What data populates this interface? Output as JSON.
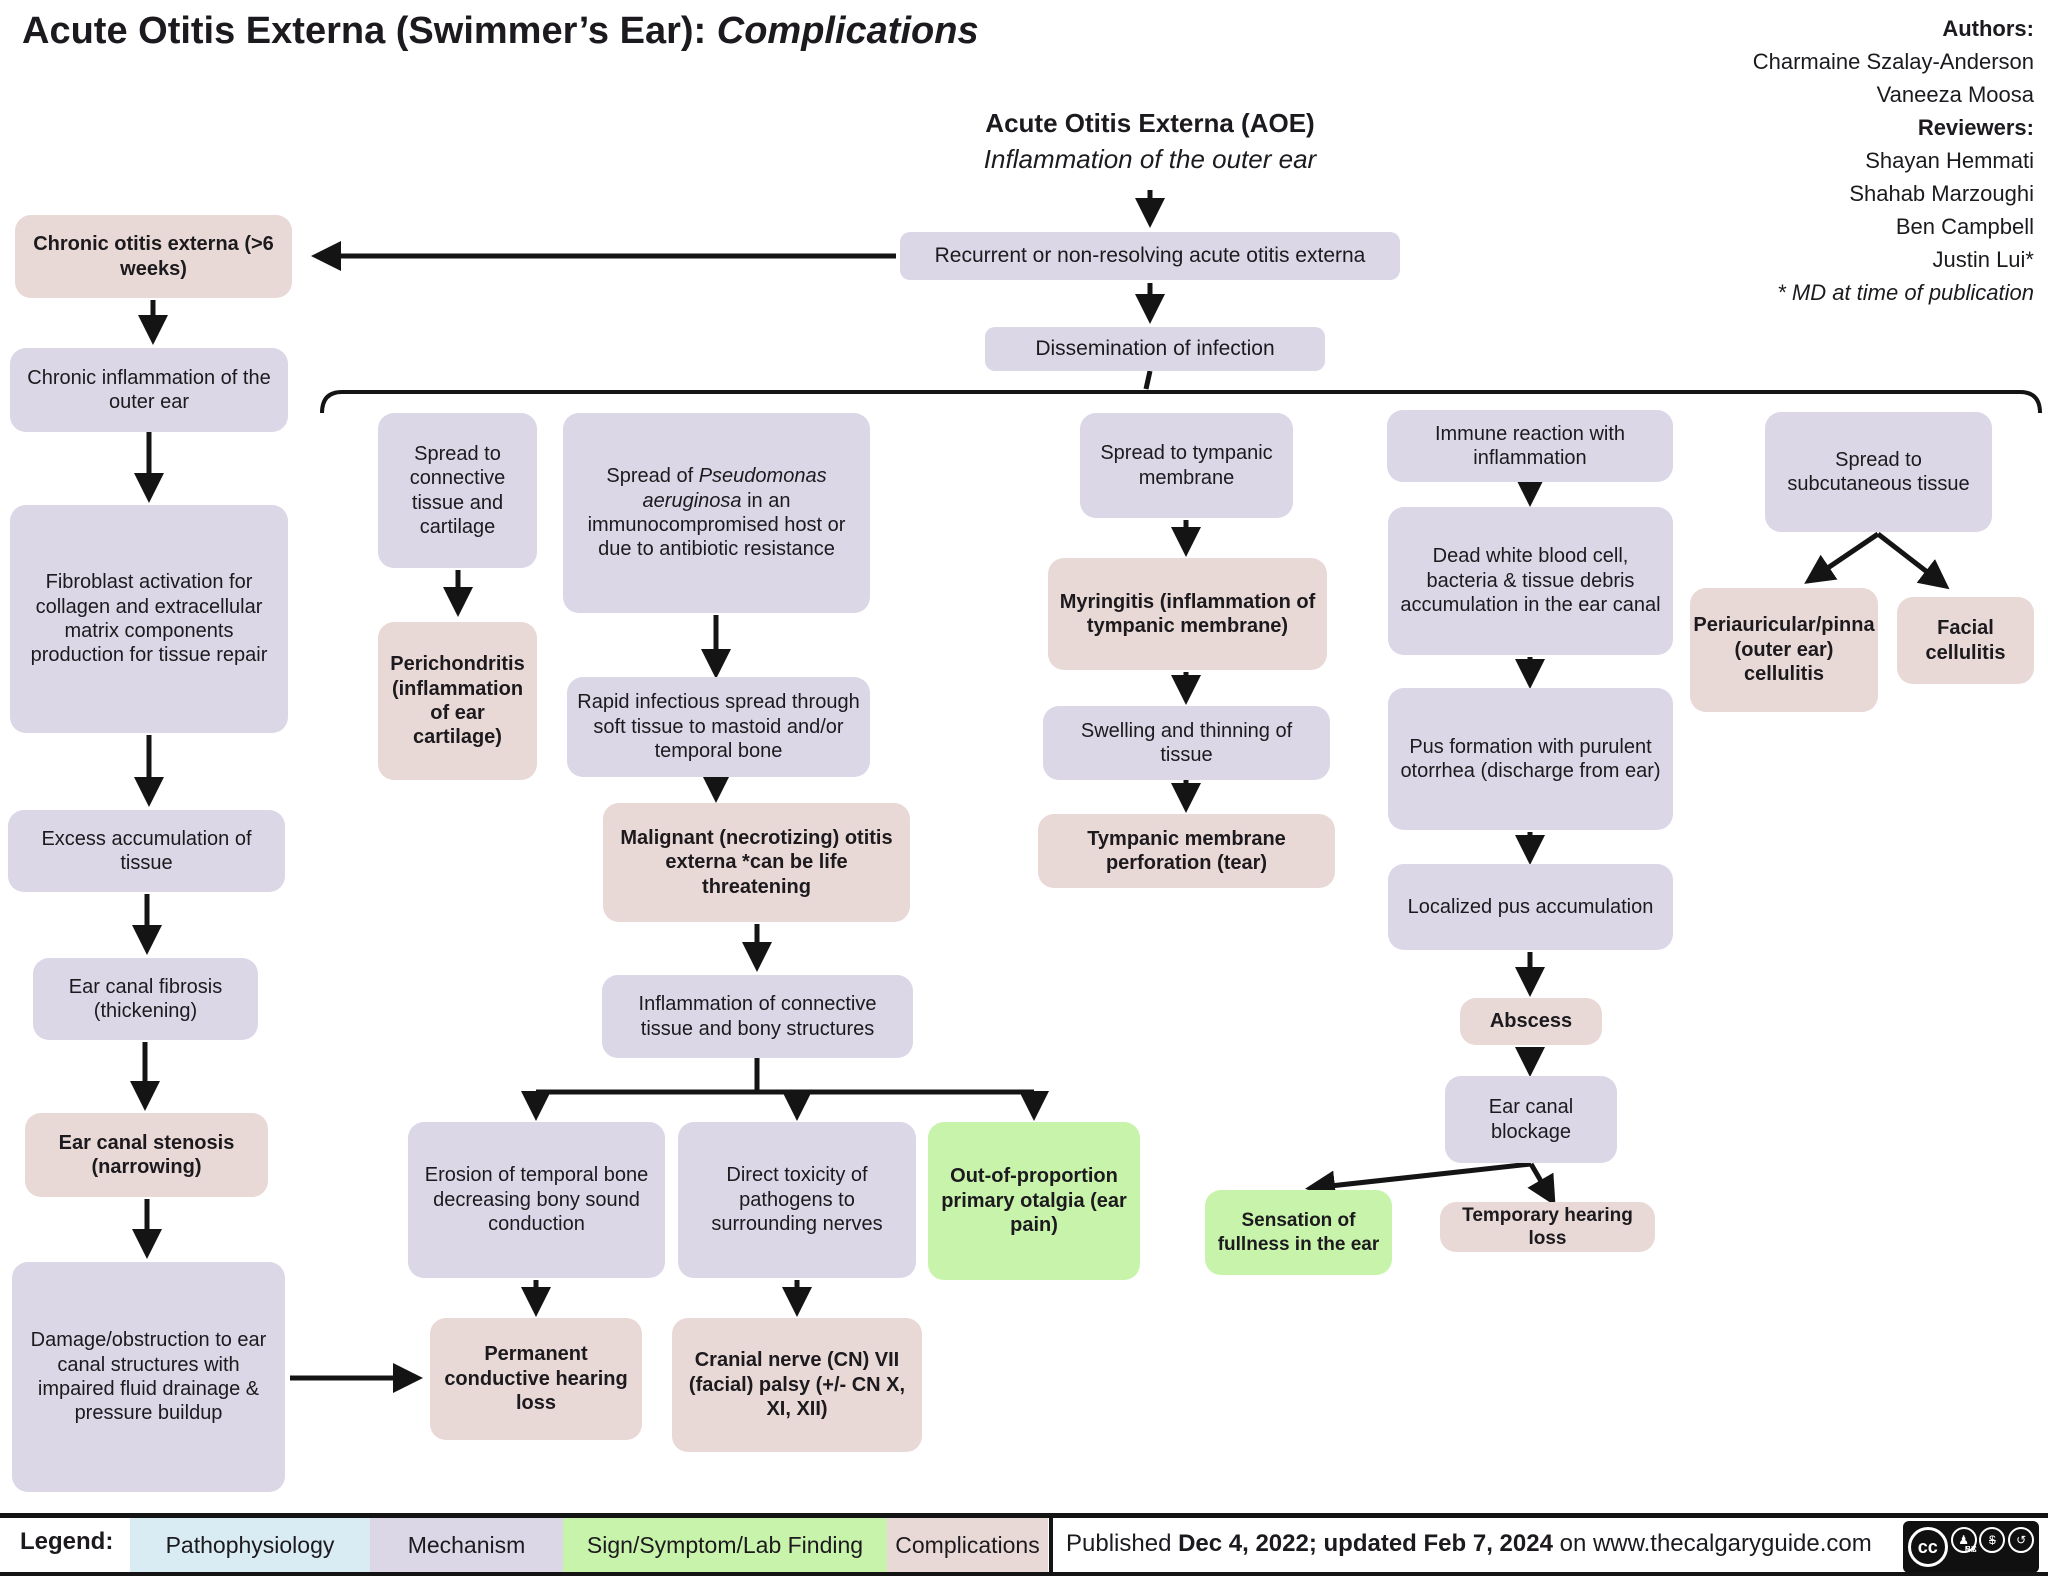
{
  "title": {
    "main": "Acute Otitis Externa (Swimmer’s Ear): ",
    "emphasis": "Complications"
  },
  "credits": {
    "authors_label": "Authors:",
    "authors": [
      "Charmaine Szalay-Anderson",
      "Vaneeza Moosa"
    ],
    "reviewers_label": "Reviewers:",
    "reviewers": [
      "Shayan Hemmati",
      "Shahab Marzoughi",
      "Ben Campbell",
      "Justin Lui*"
    ],
    "footnote": "* MD at time of publication"
  },
  "root": {
    "heading": "Acute Otitis Externa (AOE)",
    "subheading": "Inflammation of the outer ear"
  },
  "nodes": {
    "recurrent": {
      "text": "Recurrent or non-resolving acute otitis externa",
      "kind": "mechanism"
    },
    "dissemination": {
      "text": "Dissemination of infection",
      "kind": "mechanism"
    },
    "chronic_otitis": {
      "text": "Chronic otitis externa (>6 weeks)",
      "kind": "complication"
    },
    "chronic_inflammation": {
      "text": "Chronic inflammation of the outer ear",
      "kind": "mechanism"
    },
    "fibroblast": {
      "text": "Fibroblast activation for collagen and extracellular matrix components production for tissue repair",
      "kind": "mechanism"
    },
    "excess_tissue": {
      "text": "Excess accumulation of tissue",
      "kind": "mechanism"
    },
    "fibrosis": {
      "text": "Ear canal fibrosis (thickening)",
      "kind": "mechanism"
    },
    "stenosis": {
      "text": "Ear canal stenosis (narrowing)",
      "kind": "complication"
    },
    "damage_obstruction": {
      "text": "Damage/obstruction to ear canal structures with impaired fluid drainage & pressure buildup",
      "kind": "mechanism"
    },
    "spread_connective": {
      "text": "Spread to connective tissue and cartilage",
      "kind": "mechanism"
    },
    "perichondritis": {
      "text": "Perichondritis (inflammation of ear cartilage)",
      "kind": "complication"
    },
    "spread_pseudomonas": {
      "pre": "Spread of ",
      "italic": "Pseudomonas aeruginosa",
      "post": " in an immunocompromised host or due to antibiotic resistance",
      "kind": "mechanism"
    },
    "rapid_spread": {
      "text": "Rapid infectious spread through soft tissue to mastoid and/or temporal bone",
      "kind": "mechanism"
    },
    "malignant_oe": {
      "text": "Malignant (necrotizing) otitis externa *can be life threatening",
      "kind": "complication"
    },
    "inflammation_bony": {
      "text": "Inflammation of connective tissue and bony structures",
      "kind": "mechanism"
    },
    "erosion": {
      "text": "Erosion of temporal bone decreasing bony sound conduction",
      "kind": "mechanism"
    },
    "direct_toxicity": {
      "text": "Direct toxicity of pathogens to surrounding nerves",
      "kind": "mechanism"
    },
    "otalgia": {
      "text": "Out-of-proportion primary otalgia (ear pain)",
      "kind": "sign"
    },
    "permanent_hearing_loss": {
      "text": "Permanent conductive hearing loss",
      "kind": "complication"
    },
    "cranial_palsy": {
      "text": "Cranial nerve (CN) VII (facial) palsy (+/- CN X, XI, XII)",
      "kind": "complication"
    },
    "spread_tympanic": {
      "text": "Spread to tympanic membrane",
      "kind": "mechanism"
    },
    "myringitis": {
      "text": "Myringitis (inflammation of tympanic membrane)",
      "kind": "complication"
    },
    "swelling_thinning": {
      "text": "Swelling and thinning of tissue",
      "kind": "mechanism"
    },
    "tm_perforation": {
      "text": "Tympanic membrane perforation (tear)",
      "kind": "complication"
    },
    "immune_reaction": {
      "text": "Immune reaction with inflammation",
      "kind": "mechanism"
    },
    "debris": {
      "text": "Dead white blood cell, bacteria & tissue debris accumulation in the ear canal",
      "kind": "mechanism"
    },
    "pus_formation": {
      "text": "Pus formation with purulent otorrhea (discharge from ear)",
      "kind": "mechanism"
    },
    "localized_pus": {
      "text": "Localized pus accumulation",
      "kind": "mechanism"
    },
    "abscess": {
      "text": "Abscess",
      "kind": "complication"
    },
    "blockage": {
      "text": "Ear canal blockage",
      "kind": "mechanism"
    },
    "fullness": {
      "text": "Sensation of fullness in the ear",
      "kind": "sign"
    },
    "temp_hearing_loss": {
      "text": "Temporary hearing loss",
      "kind": "complication"
    },
    "spread_subcutaneous": {
      "text": "Spread to subcutaneous tissue",
      "kind": "mechanism"
    },
    "periauricular": {
      "text": "Periauricular/pinna (outer ear) cellulitis",
      "kind": "complication"
    },
    "facial_cellulitis": {
      "text": "Facial cellulitis",
      "kind": "complication"
    }
  },
  "legend": {
    "label": "Legend:",
    "items": [
      {
        "label": "Pathophysiology",
        "color": "#d9ecf3"
      },
      {
        "label": "Mechanism",
        "color": "#dbd7e6"
      },
      {
        "label": "Sign/Symptom/Lab Finding",
        "color": "#c8f3ab"
      },
      {
        "label": "Complications",
        "color": "#e9d9d6"
      }
    ]
  },
  "footer": {
    "published_prefix": "Published ",
    "published_dates": "Dec 4, 2022; updated Feb 7, 2024",
    "published_suffix": " on www.thecalgaryguide.com",
    "license": {
      "cc": "cc",
      "by": "BY",
      "nc": "NC",
      "sa": "SA"
    }
  },
  "colors": {
    "mechanism": "#dbd7e6",
    "complication": "#e9d9d6",
    "sign": "#c8f3ab",
    "pathophysiology": "#d9ecf3",
    "arrow": "#141414",
    "text": "#1c1a1e"
  }
}
